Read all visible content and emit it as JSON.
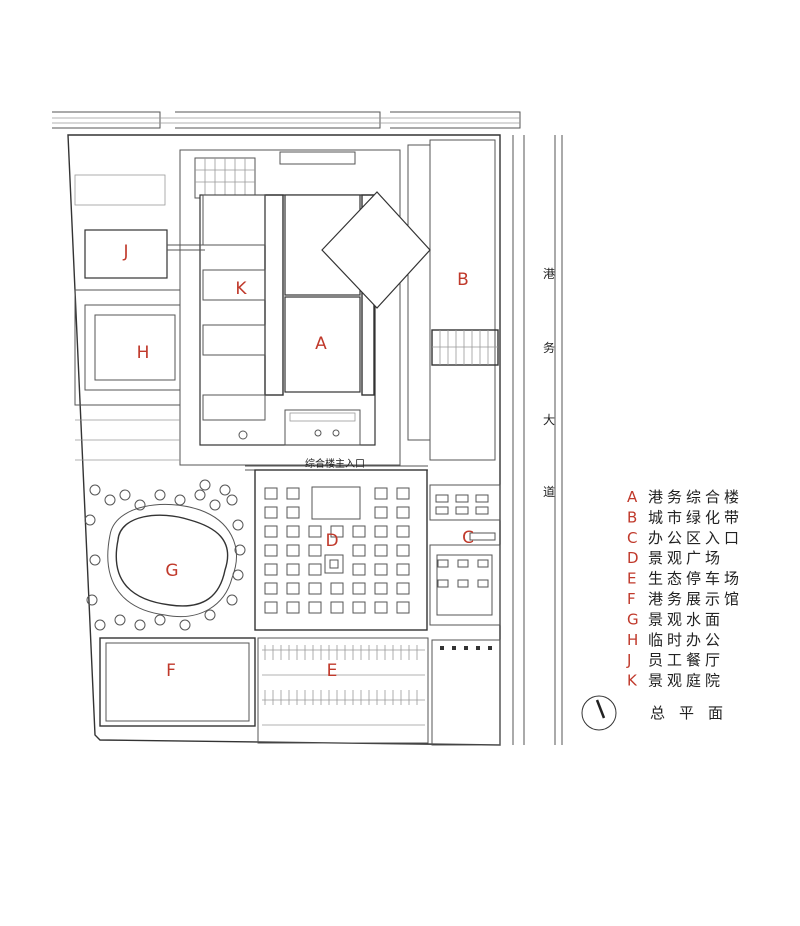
{
  "plan": {
    "zones": [
      {
        "id": "A",
        "letter": "A"
      },
      {
        "id": "B",
        "letter": "B"
      },
      {
        "id": "C",
        "letter": "C"
      },
      {
        "id": "D",
        "letter": "D"
      },
      {
        "id": "E",
        "letter": "E"
      },
      {
        "id": "F",
        "letter": "F"
      },
      {
        "id": "G",
        "letter": "G"
      },
      {
        "id": "H",
        "letter": "H"
      },
      {
        "id": "J",
        "letter": "J"
      },
      {
        "id": "K",
        "letter": "K"
      }
    ],
    "road_name_chars": [
      "港",
      "务",
      "大",
      "道"
    ],
    "main_entrance_label": "综合楼主入口"
  },
  "legend": {
    "items": [
      {
        "letter": "A",
        "name": "港务综合楼"
      },
      {
        "letter": "B",
        "name": "城市绿化带"
      },
      {
        "letter": "C",
        "name": "办公区入口"
      },
      {
        "letter": "D",
        "name": "景观广场"
      },
      {
        "letter": "E",
        "name": "生态停车场"
      },
      {
        "letter": "F",
        "name": "港务展示馆"
      },
      {
        "letter": "G",
        "name": "景观水面"
      },
      {
        "letter": "H",
        "name": "临时办公"
      },
      {
        "letter": "J",
        "name": "员工餐厅"
      },
      {
        "letter": "K",
        "name": "景观庭院"
      }
    ]
  },
  "title": "总平面",
  "colors": {
    "accent_red": "#c0392b",
    "line": "#333333",
    "background": "#ffffff"
  }
}
